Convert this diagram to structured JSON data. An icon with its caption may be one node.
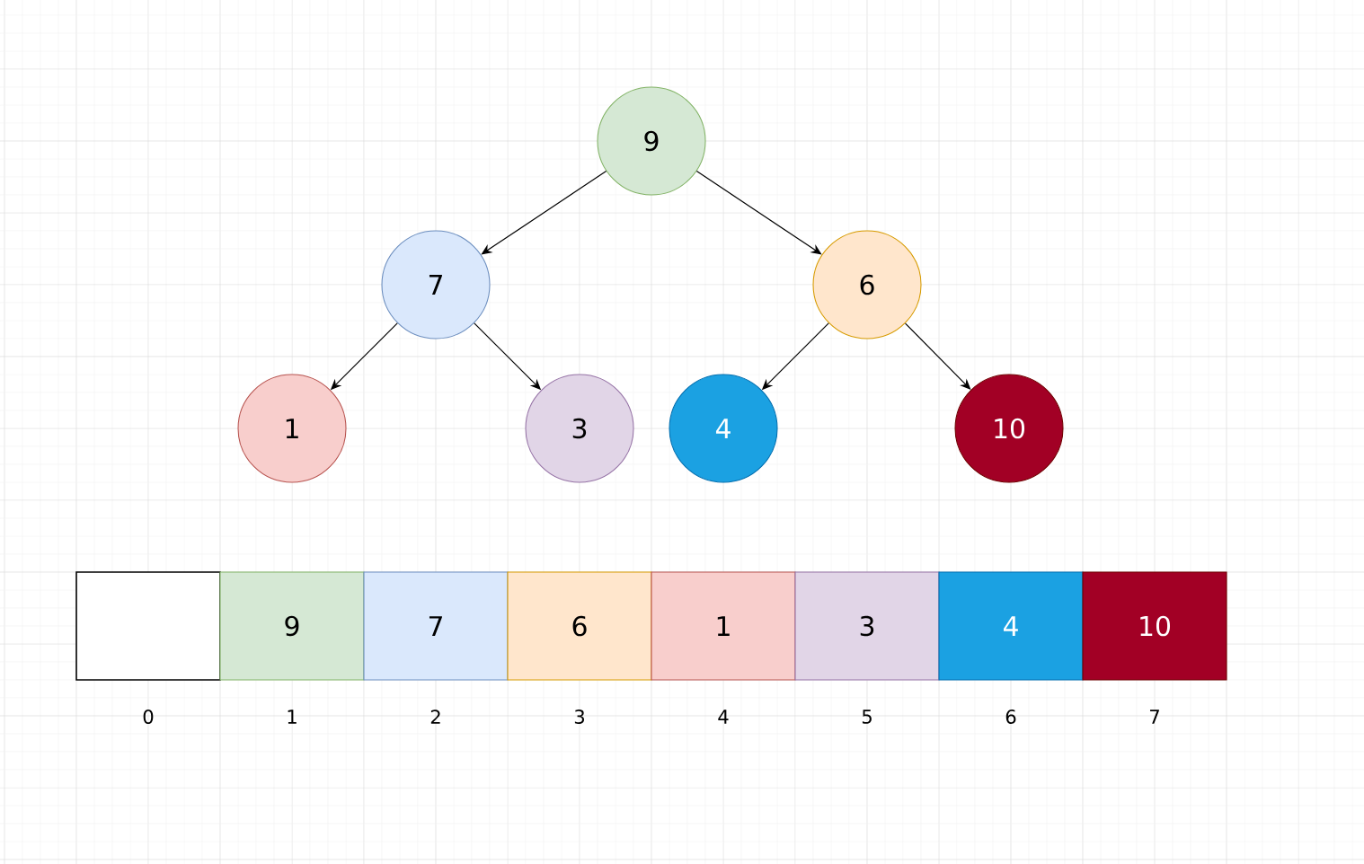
{
  "diagram": {
    "nodes": [
      {
        "text": [
          "9"
        ]
      },
      {
        "text": [
          "7"
        ]
      },
      {
        "text": [
          "6"
        ]
      },
      {
        "text": [
          "1"
        ]
      },
      {
        "text": [
          "3"
        ]
      },
      {
        "text": [
          "4"
        ]
      },
      {
        "text": [
          "10"
        ]
      },
      {
        "text": [],
        "shape": "box"
      },
      {
        "text": [
          "9"
        ]
      },
      {
        "text": [
          "7"
        ]
      },
      {
        "text": [
          "6"
        ]
      },
      {
        "text": [
          "1"
        ]
      },
      {
        "text": [
          "3"
        ]
      },
      {
        "text": [
          "4"
        ]
      },
      {
        "text": [
          "10"
        ]
      }
    ],
    "edges": [
      {
        "from": 0,
        "to": 1,
        "arrow": "to"
      },
      {
        "from": 0,
        "to": 2,
        "arrow": "to"
      },
      {
        "from": 1,
        "to": 3,
        "arrow": "to"
      },
      {
        "from": 1,
        "to": 4,
        "arrow": "to"
      },
      {
        "from": 2,
        "to": 5,
        "arrow": "to"
      },
      {
        "from": 2,
        "to": 6,
        "arrow": "to"
      }
    ],
    "labels": [
      "0",
      "1",
      "2",
      "3",
      "4",
      "5",
      "6",
      "7"
    ]
  }
}
